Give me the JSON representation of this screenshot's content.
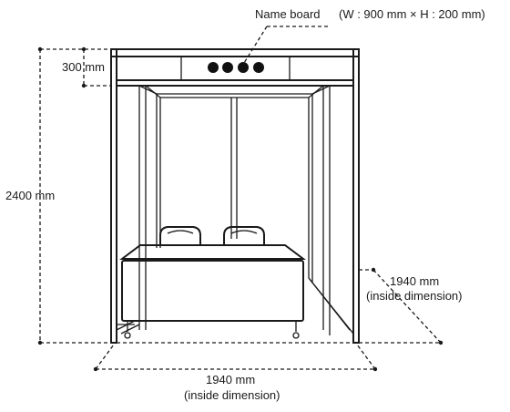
{
  "labels": {
    "name_board": "Name board",
    "name_board_size": "(W : 900 mm × H : 200 mm)",
    "board_height": "300 mm",
    "total_height": "2400 mm",
    "depth_value": "1940 mm",
    "depth_note": "(inside dimension)",
    "width_value": "1940 mm",
    "width_note": "(inside dimension)"
  },
  "colors": {
    "line": "#1a1a1a",
    "dot": "#111111"
  }
}
